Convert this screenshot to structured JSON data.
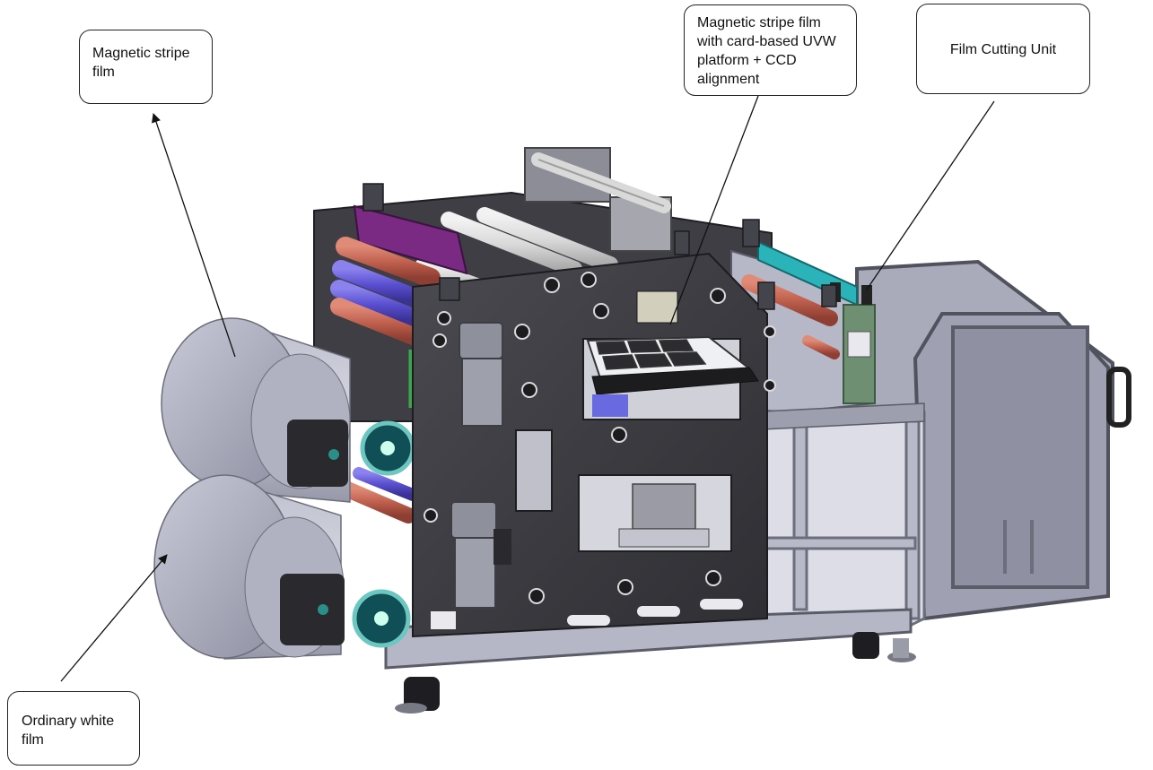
{
  "callouts": {
    "magnetic_stripe": "Magnetic stripe\nfilm",
    "uvw_platform": "Magnetic stripe film\nwith card-based UVW\nplatform + CCD\nalignment",
    "film_cutting": "Film Cutting Unit",
    "ordinary_white": "Ordinary white\nfilm"
  },
  "colors": {
    "frame_dark": "#3a3a3e",
    "roll_grey": "#b3b4c4",
    "roller_red": "#c0604f",
    "roller_blue": "#5a4fd0",
    "bar_purple": "#7a2a82",
    "bar_teal": "#2ab3b8",
    "leader_line": "#111111"
  }
}
